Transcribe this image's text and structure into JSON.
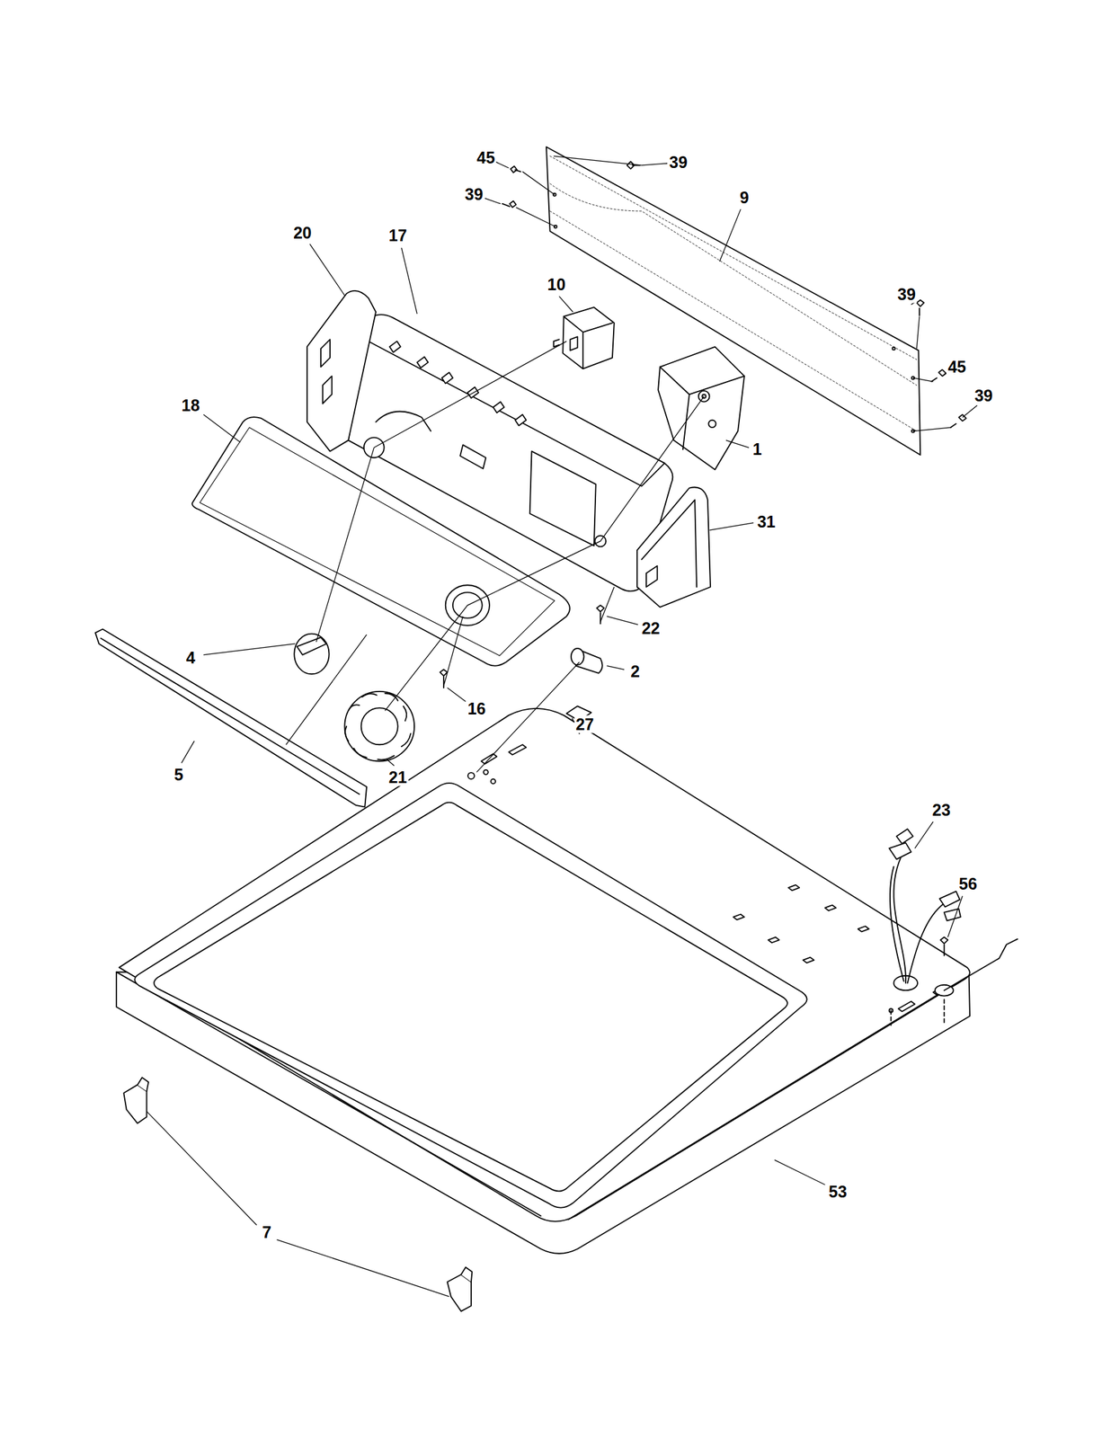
{
  "diagram": {
    "labels": [
      "45",
      "39",
      "39",
      "9",
      "20",
      "17",
      "10",
      "39",
      "45",
      "39",
      "18",
      "1",
      "31",
      "4",
      "22",
      "2",
      "16",
      "27",
      "5",
      "21",
      "23",
      "56",
      "53",
      "7"
    ]
  }
}
